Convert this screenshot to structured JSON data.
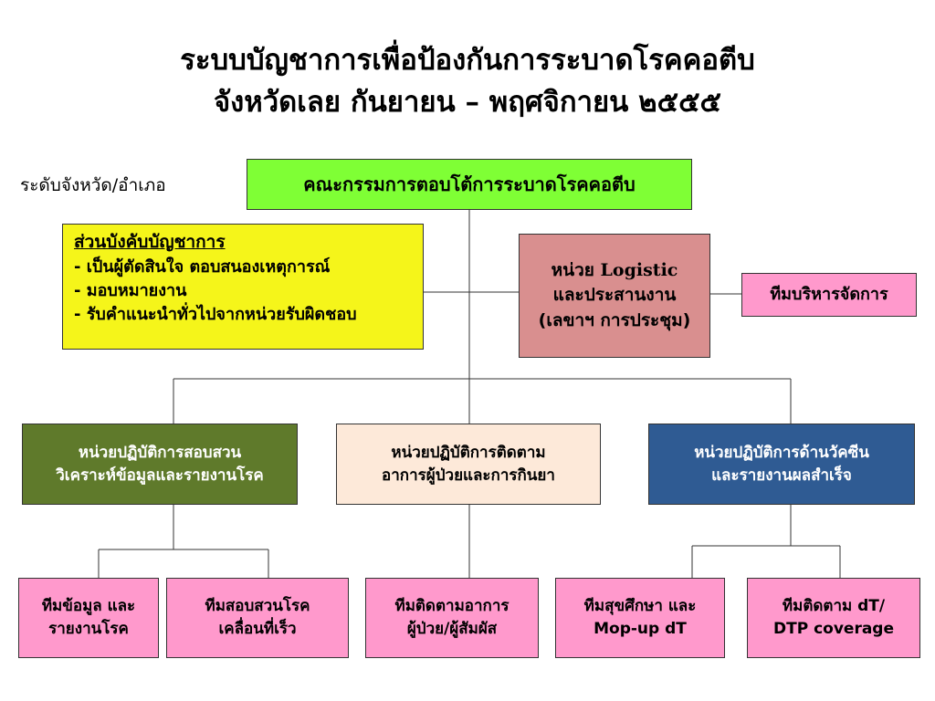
{
  "title": {
    "line1": "ระบบบัญชาการเพื่อป้องกันการระบาดโรคคอตีบ",
    "line2": "จังหวัดเลย กันยายน – พฤศจิกายน ๒๕๕๕"
  },
  "level_label": "ระดับจังหวัด/อำเภอ",
  "committee": "คณะกรรมการตอบโต้การระบาดโรคคอตีบ",
  "command": {
    "heading": "ส่วนบังคับบัญชาการ",
    "items": [
      "- เป็นผู้ตัดสินใจ ตอบสนองเหตุการณ์",
      "- มอบหมายงาน",
      "- รับคำแนะนำทั่วไปจากหน่วยรับผิดชอบ"
    ]
  },
  "logistic": {
    "line1": "หน่วย Logistic",
    "line2": "และประสานงาน",
    "line3": "(เลขาฯ การประชุม)"
  },
  "management_team": "ทีมบริหารจัดการ",
  "units": {
    "investigation": {
      "line1": "หน่วยปฏิบัติการสอบสวน",
      "line2": "วิเคราะห์ข้อมูลและรายงานโรค"
    },
    "followup": {
      "line1": "หน่วยปฏิบัติการติดตาม",
      "line2": "อาการผู้ป่วยและการกินยา"
    },
    "vaccine": {
      "line1": "หน่วยปฏิบัติการด้านวัคซีน",
      "line2": "และรายงานผลสำเร็จ"
    }
  },
  "teams": {
    "data": {
      "line1": "ทีมข้อมูล และ",
      "line2": "รายงานโรค"
    },
    "srrt": {
      "line1": "ทีมสอบสวนโรค",
      "line2": "เคลื่อนที่เร็ว"
    },
    "tracking": {
      "line1": "ทีมติดตามอาการ",
      "line2": "ผู้ป่วย/ผู้สัมผัส"
    },
    "health_ed": {
      "line1": "ทีมสุขศึกษา และ",
      "line2": "Mop-up dT"
    },
    "coverage": {
      "line1": "ทีมติดตาม dT/",
      "line2": "DTP coverage"
    }
  },
  "colors": {
    "committee": "#7fff35",
    "command": "#f5f51a",
    "logistic": "#d98f8f",
    "team": "#ff99cc",
    "investigation": "#5f7a2b",
    "followup": "#fde9d9",
    "vaccine": "#2f5b93"
  }
}
